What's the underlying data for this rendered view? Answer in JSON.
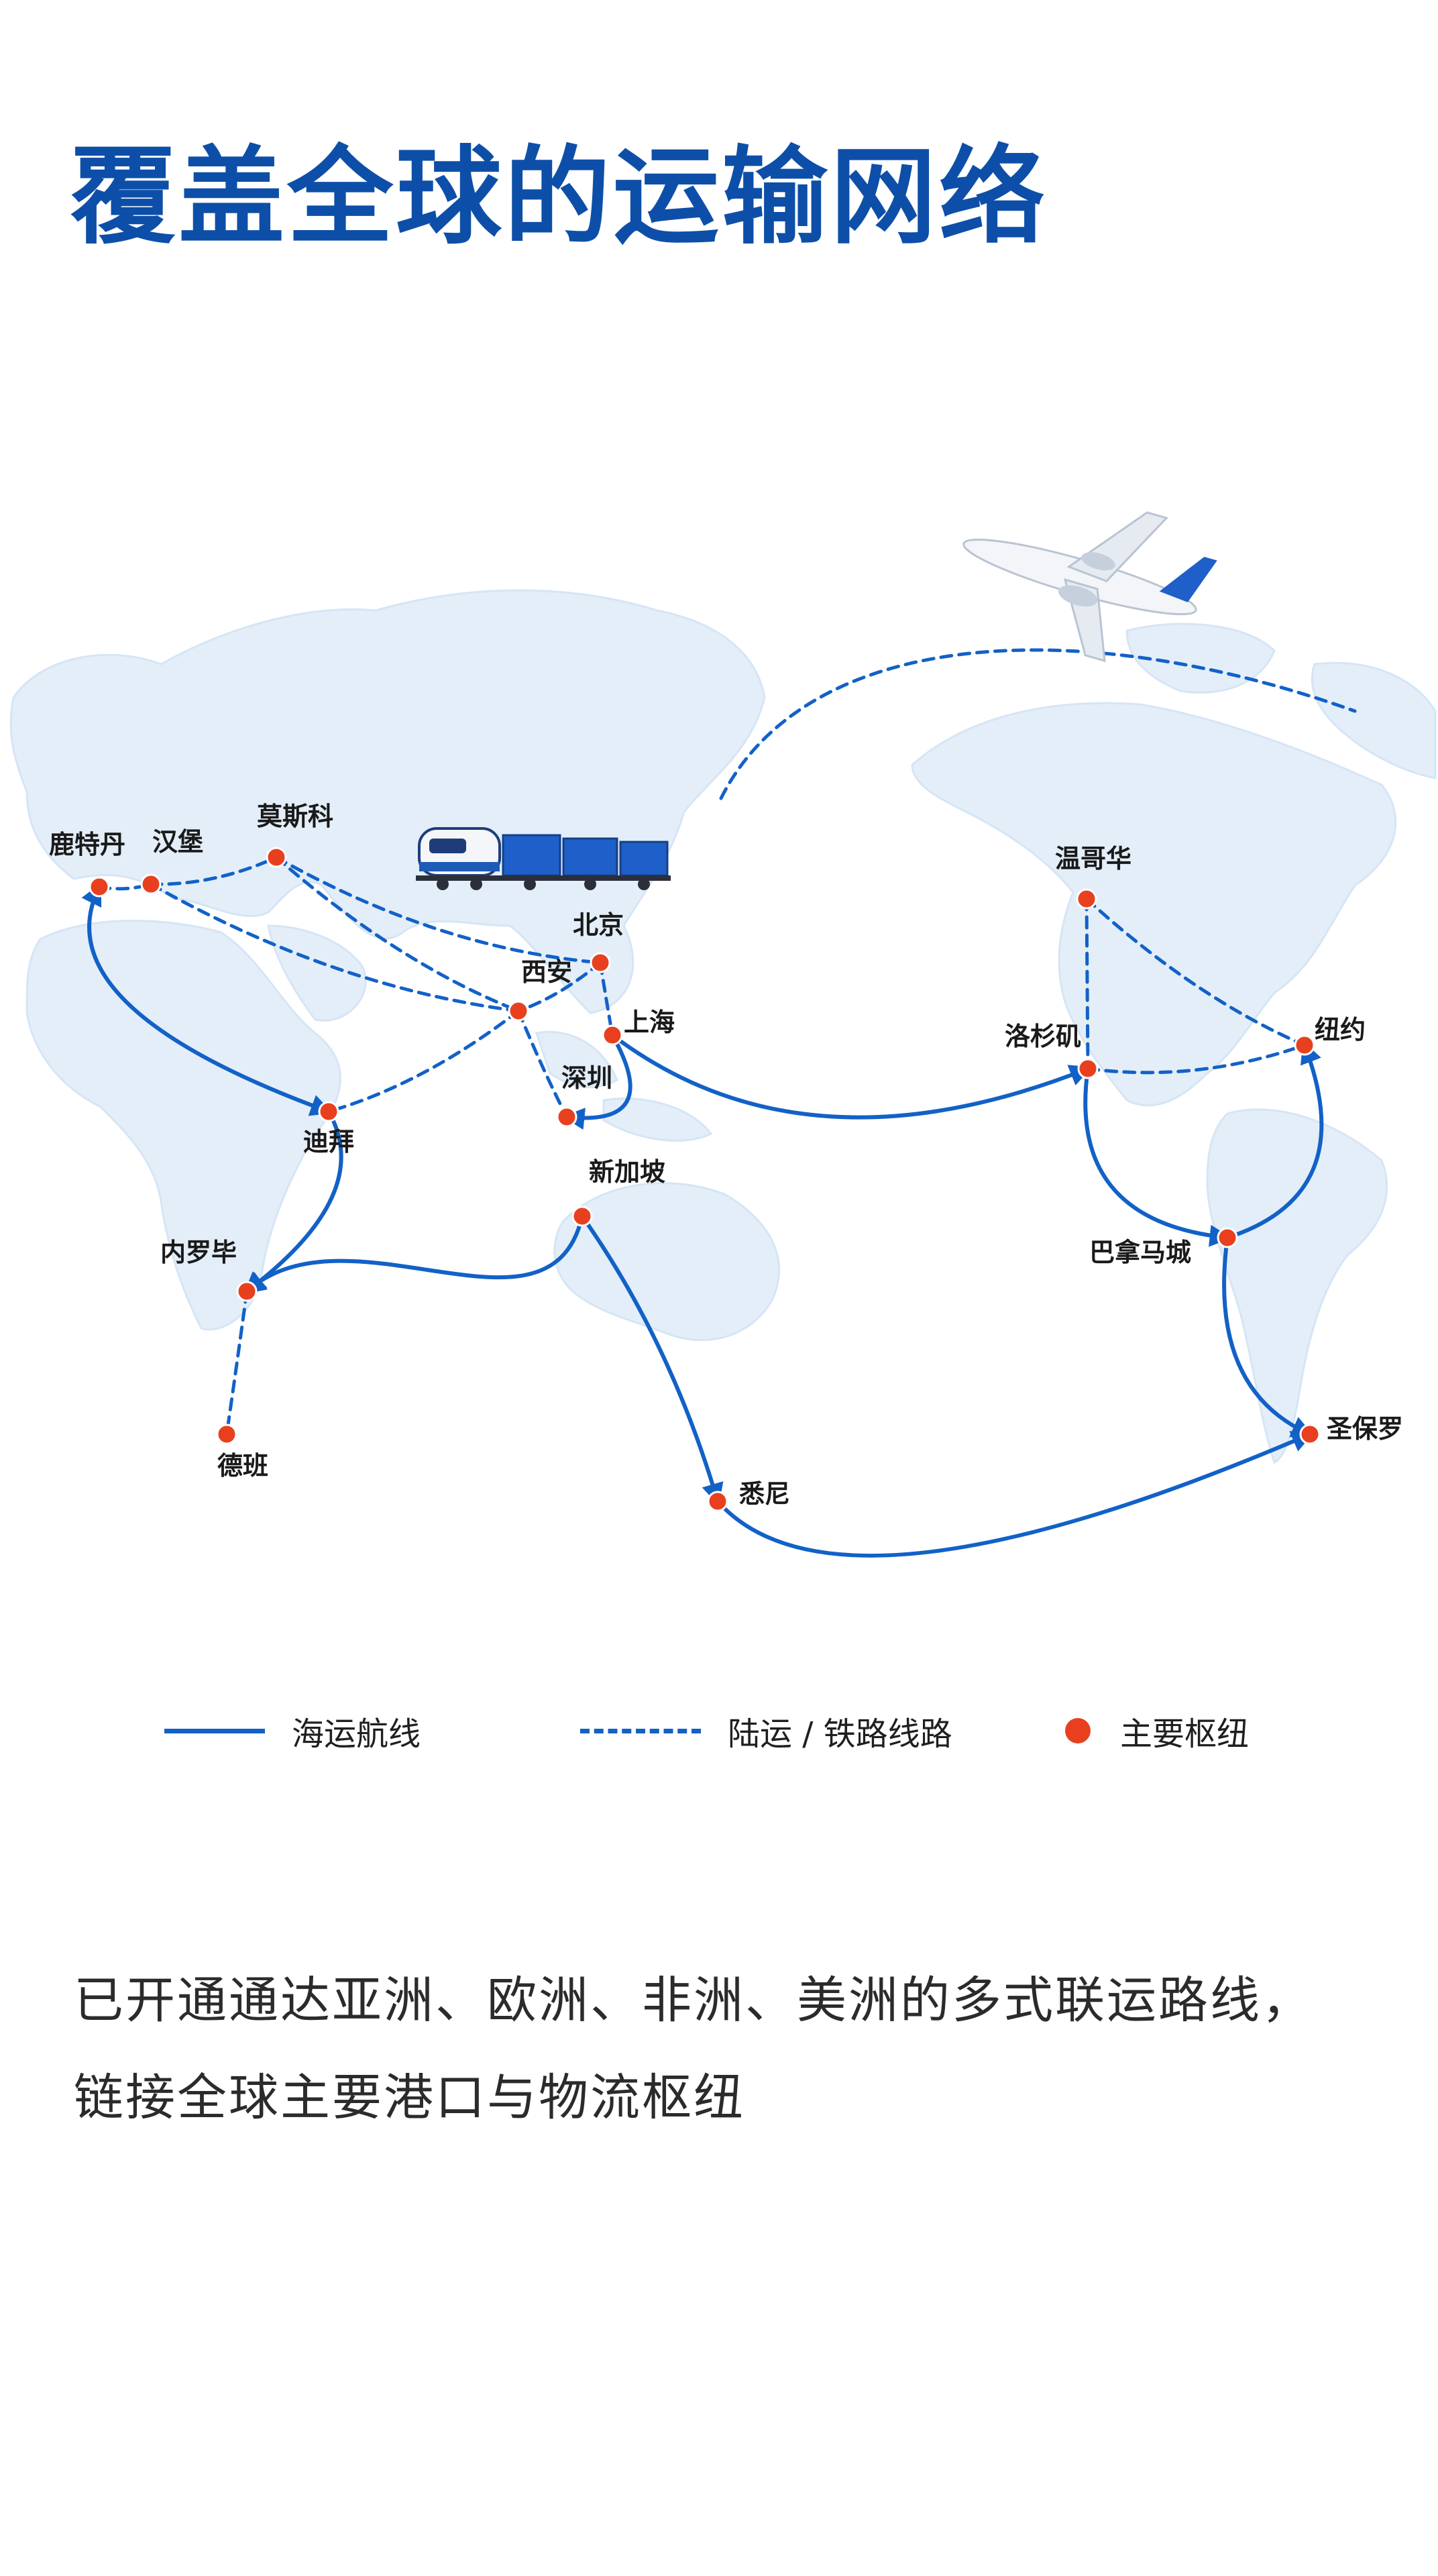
{
  "title": "覆盖全球的运输网络",
  "map": {
    "cities": [
      {
        "id": "rotterdam",
        "name": "鹿特丹"
      },
      {
        "id": "hamburg",
        "name": "汉堡"
      },
      {
        "id": "moscow",
        "name": "莫斯科"
      },
      {
        "id": "beijing",
        "name": "北京"
      },
      {
        "id": "xian",
        "name": "西安"
      },
      {
        "id": "shanghai",
        "name": "上海"
      },
      {
        "id": "shenzhen",
        "name": "深圳"
      },
      {
        "id": "singapore",
        "name": "新加坡"
      },
      {
        "id": "dubai",
        "name": "迪拜"
      },
      {
        "id": "nairobi",
        "name": "内罗毕"
      },
      {
        "id": "durban",
        "name": "德班"
      },
      {
        "id": "sydney",
        "name": "悉尼"
      },
      {
        "id": "vancouver",
        "name": "温哥华"
      },
      {
        "id": "losangeles",
        "name": "洛杉矶"
      },
      {
        "id": "newyork",
        "name": "纽约"
      },
      {
        "id": "panama",
        "name": "巴拿马城"
      },
      {
        "id": "saopaulo",
        "name": "圣保罗"
      }
    ],
    "sea_routes": [
      [
        "rotterdam",
        "dubai"
      ],
      [
        "dubai",
        "nairobi"
      ],
      [
        "singapore",
        "nairobi"
      ],
      [
        "singapore",
        "sydney"
      ],
      [
        "shanghai",
        "shenzhen"
      ],
      [
        "shanghai",
        "losangeles"
      ],
      [
        "losangeles",
        "panama"
      ],
      [
        "panama",
        "newyork"
      ],
      [
        "panama",
        "saopaulo"
      ],
      [
        "sydney",
        "saopaulo"
      ]
    ],
    "land_routes": [
      [
        "rotterdam",
        "hamburg"
      ],
      [
        "hamburg",
        "moscow"
      ],
      [
        "hamburg",
        "xian"
      ],
      [
        "moscow",
        "xian"
      ],
      [
        "moscow",
        "beijing"
      ],
      [
        "beijing",
        "xian"
      ],
      [
        "beijing",
        "shanghai"
      ],
      [
        "xian",
        "dubai"
      ],
      [
        "xian",
        "shenzhen"
      ],
      [
        "nairobi",
        "durban"
      ],
      [
        "vancouver",
        "losangeles"
      ],
      [
        "vancouver",
        "newyork"
      ],
      [
        "losangeles",
        "newyork"
      ]
    ],
    "air_routes": [
      [
        "beijing",
        "newyork"
      ]
    ]
  },
  "legend": {
    "sea_label": "海运航线",
    "land_label": "陆运 / 铁路线路",
    "hub_label": "主要枢纽"
  },
  "description": {
    "line1": "已开通通达亚洲、欧洲、非洲、美洲的多式联运路线，",
    "line2": "链接全球主要港口与物流枢纽"
  },
  "colors": {
    "title": "#0d4fa8",
    "route": "#1261c7",
    "hub": "#e8401f",
    "land_mass": "#e3eef9"
  }
}
